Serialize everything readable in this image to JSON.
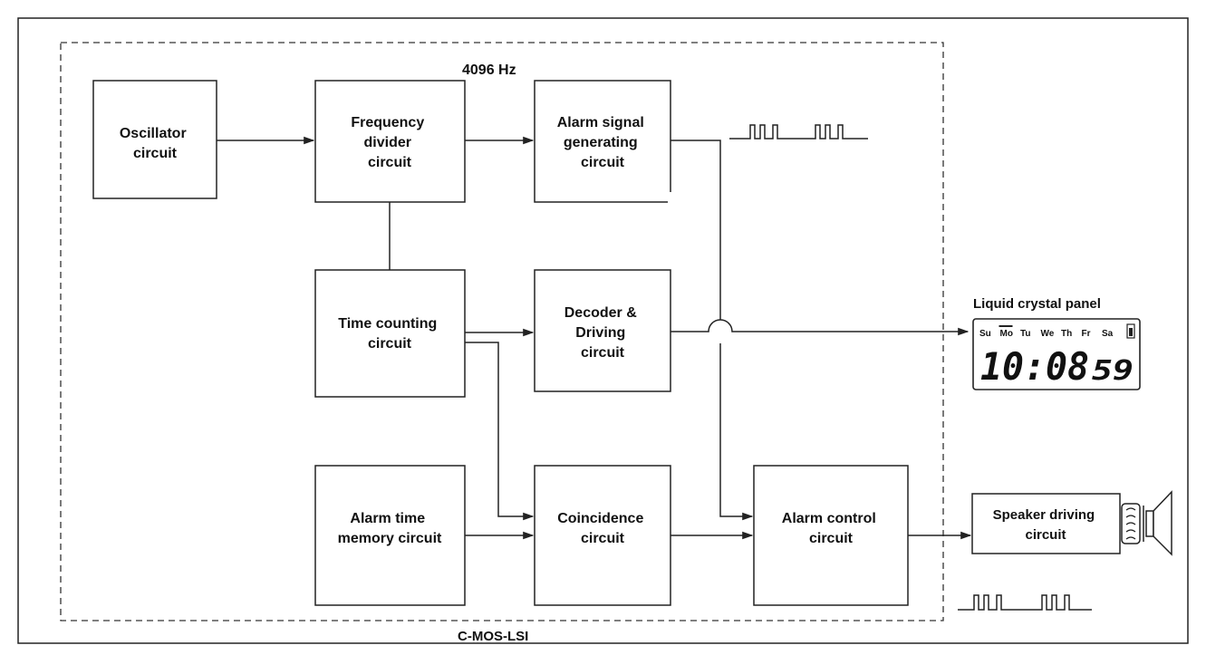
{
  "frequency_label": "4096 Hz",
  "chip_label": "C-MOS-LSI",
  "blocks": {
    "oscillator": [
      "Oscillator",
      "circuit"
    ],
    "frequency_divider": [
      "Frequency",
      "divider",
      "circuit"
    ],
    "alarm_signal": [
      "Alarm signal",
      "generating",
      "circuit"
    ],
    "time_counting": [
      "Time counting",
      "circuit"
    ],
    "decoder": [
      "Decoder &",
      "Driving",
      "circuit"
    ],
    "alarm_memory": [
      "Alarm time",
      "memory circuit"
    ],
    "coincidence": [
      "Coincidence",
      "circuit"
    ],
    "alarm_control": [
      "Alarm control",
      "circuit"
    ],
    "speaker_driving": [
      "Speaker driving",
      "circuit"
    ]
  },
  "lcd": {
    "title": "Liquid crystal panel",
    "days": [
      "Su",
      "Mo",
      "Tu",
      "We",
      "Th",
      "Fr",
      "Sa"
    ],
    "selected_day": "Mo",
    "time": "10:08",
    "seconds": "59"
  }
}
